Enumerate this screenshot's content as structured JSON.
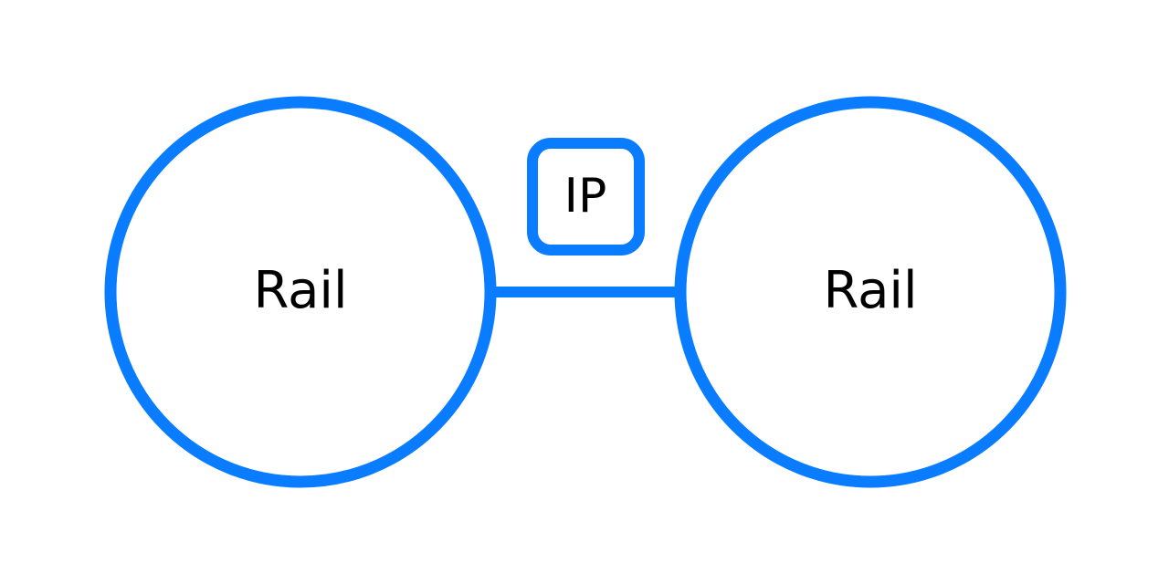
{
  "diagram": {
    "nodes": [
      {
        "id": "left",
        "label": "Rail"
      },
      {
        "id": "right",
        "label": "Rail"
      }
    ],
    "edge": {
      "from": "left",
      "to": "right",
      "label": "IP"
    }
  },
  "colors": {
    "stroke": "#0a7cff",
    "background": "#ffffff",
    "text": "#000000"
  }
}
